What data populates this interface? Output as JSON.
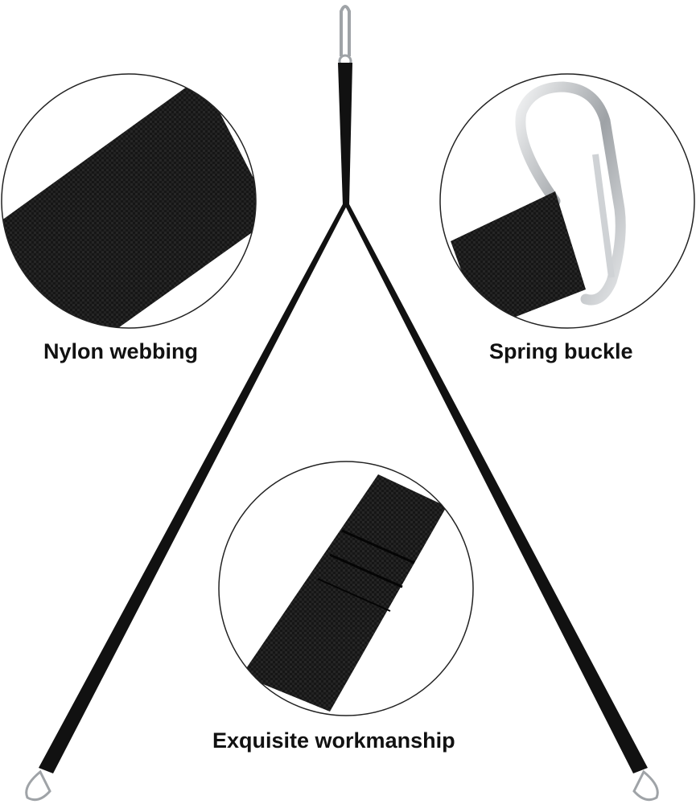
{
  "product": {
    "name": "strap-with-carabiners",
    "colors": {
      "strap": "#111111",
      "metal": "#b9bcc0",
      "circle_border": "#222222",
      "background": "#ffffff"
    }
  },
  "callouts": [
    {
      "id": "nylon",
      "label": "Nylon webbing",
      "icon": "nylon-webbing-closeup"
    },
    {
      "id": "spring",
      "label": "Spring buckle",
      "icon": "carabiner-closeup"
    },
    {
      "id": "exquisite",
      "label": "Exquisite workmanship",
      "icon": "stitching-closeup"
    }
  ]
}
